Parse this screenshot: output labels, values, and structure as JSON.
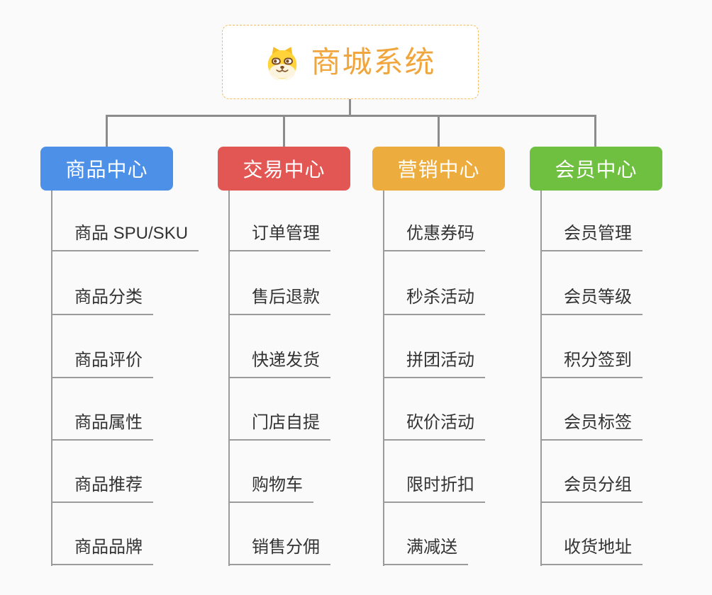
{
  "canvas": {
    "background": "#FAFAFA",
    "connector_color": "#8C8C8C",
    "underline_color": "#9B9B9B",
    "item_text_color": "#333333"
  },
  "root": {
    "title": "商城系统",
    "icon": "dog-face-icon",
    "text_color": "#F0A63C",
    "border_color": "#F3BC5E"
  },
  "branches": [
    {
      "label": "商品中心",
      "color": "#4D90E8",
      "items": [
        "商品 SPU/SKU",
        "商品分类",
        "商品评价",
        "商品属性",
        "商品推荐",
        "商品品牌"
      ]
    },
    {
      "label": "交易中心",
      "color": "#E25754",
      "items": [
        "订单管理",
        "售后退款",
        "快递发货",
        "门店自提",
        "购物车",
        "销售分佣"
      ]
    },
    {
      "label": "营销中心",
      "color": "#EDAD3E",
      "items": [
        "优惠券码",
        "秒杀活动",
        "拼团活动",
        "砍价活动",
        "限时折扣",
        "满减送"
      ]
    },
    {
      "label": "会员中心",
      "color": "#6FBF40",
      "items": [
        "会员管理",
        "会员等级",
        "积分签到",
        "会员标签",
        "会员分组",
        "收货地址"
      ]
    }
  ]
}
